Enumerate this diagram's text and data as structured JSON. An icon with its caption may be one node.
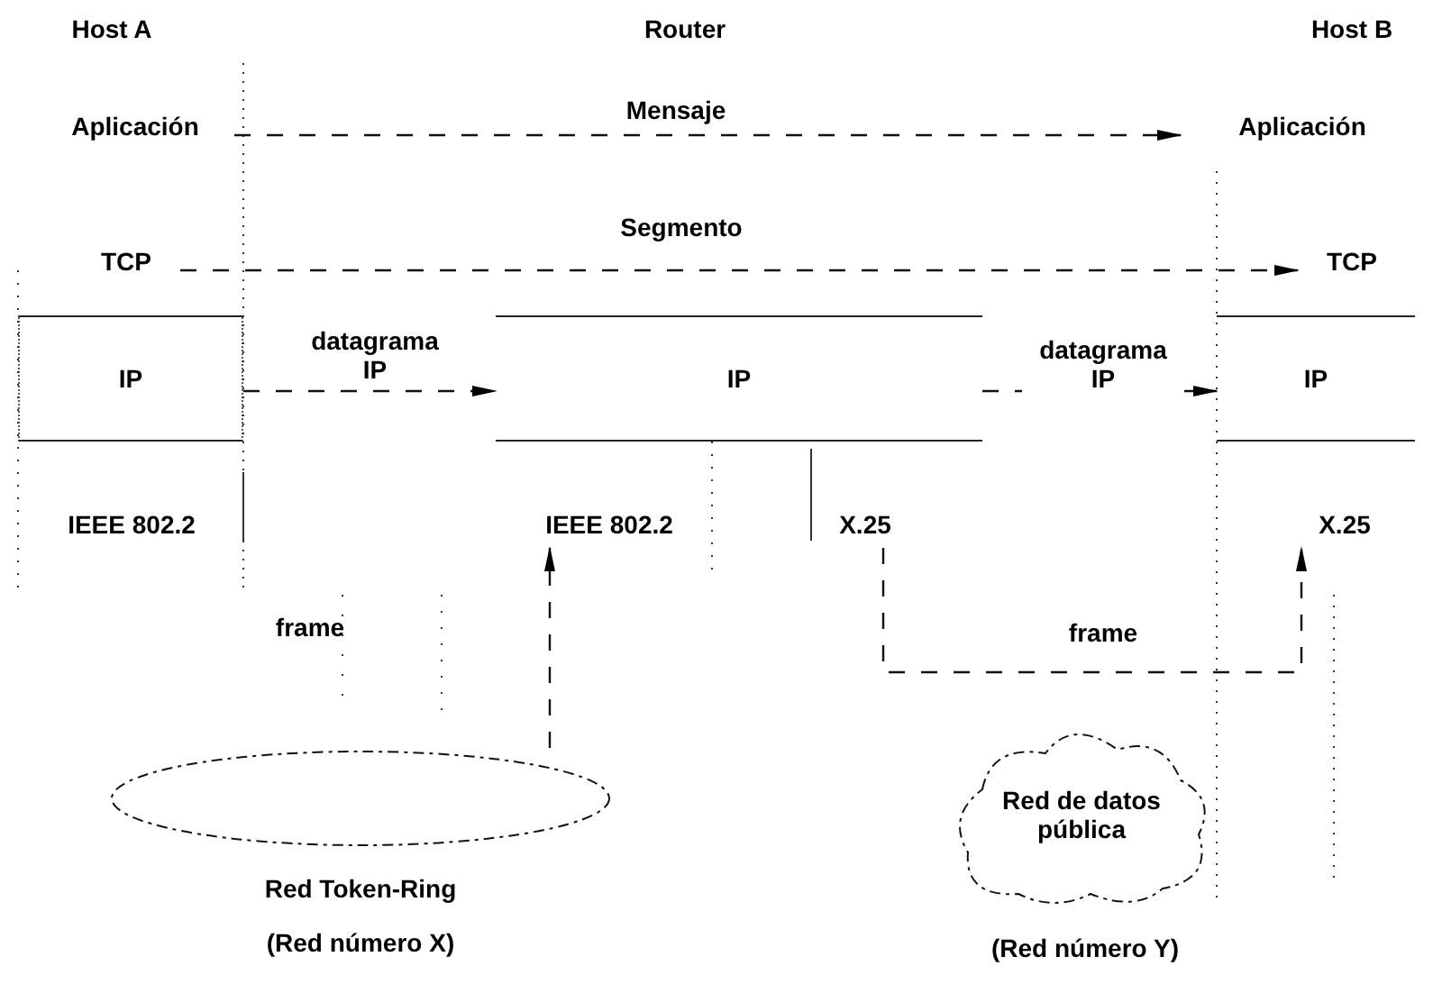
{
  "diagram": {
    "nodes": [
      {
        "text": [
          "Aplicación"
        ]
      },
      {
        "text": [
          "Aplicación"
        ]
      },
      {
        "text": [
          "TCP"
        ]
      },
      {
        "text": [
          "TCP"
        ]
      },
      {
        "text": [
          "IP"
        ]
      },
      {
        "text": [
          "IP"
        ]
      },
      {
        "text": [
          "IP"
        ]
      },
      {
        "text": [
          "IEEE 802.2"
        ]
      },
      {
        "text": [
          "IEEE 802.2"
        ]
      },
      {
        "text": [
          "X.25"
        ]
      },
      {
        "text": [
          "X.25"
        ]
      },
      {
        "text": [
          "Red Token-Ring"
        ],
        "beside": [
          "(Red número X)"
        ]
      },
      {
        "text": [
          "Red de datos pública"
        ],
        "beside": [
          "(Red número Y)"
        ]
      }
    ],
    "edges": [
      {
        "from": 0,
        "to": 1,
        "arrow": "to",
        "label": "Mensaje",
        "style": "dashed"
      },
      {
        "from": 2,
        "to": 3,
        "arrow": "to",
        "label": "Segmento",
        "style": "dashed"
      },
      {
        "from": 4,
        "to": 5,
        "arrow": "to",
        "label": "datagrama IP",
        "style": "dashed"
      },
      {
        "from": 5,
        "to": 6,
        "arrow": "to",
        "label": "datagrama IP",
        "style": "dashed"
      },
      {
        "from": 11,
        "to": 8,
        "arrow": "to",
        "style": "dashed"
      },
      {
        "from": 9,
        "to": 10,
        "arrow": "to",
        "label": "frame",
        "style": "dashed"
      }
    ],
    "labels": [
      "Host A",
      "Router",
      "Host B",
      "frame"
    ]
  }
}
